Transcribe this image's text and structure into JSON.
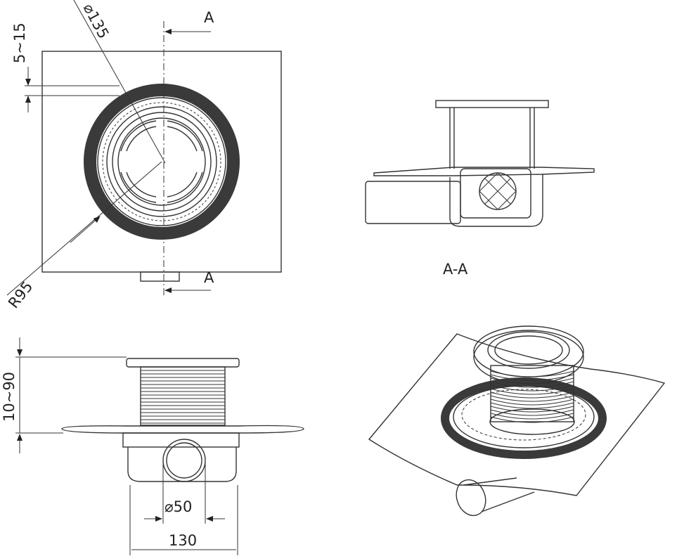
{
  "labels": {
    "diameter_135": "⌀135",
    "section_top": "A",
    "section_bottom": "A",
    "gap_5_15": "5~15",
    "radius_95": "R95",
    "section_title": "A-A",
    "height_10_90": "10~90",
    "diameter_50": "⌀50",
    "width_130": "130"
  },
  "colors": {
    "line": "#333333",
    "ring": "#3a3a3a"
  }
}
